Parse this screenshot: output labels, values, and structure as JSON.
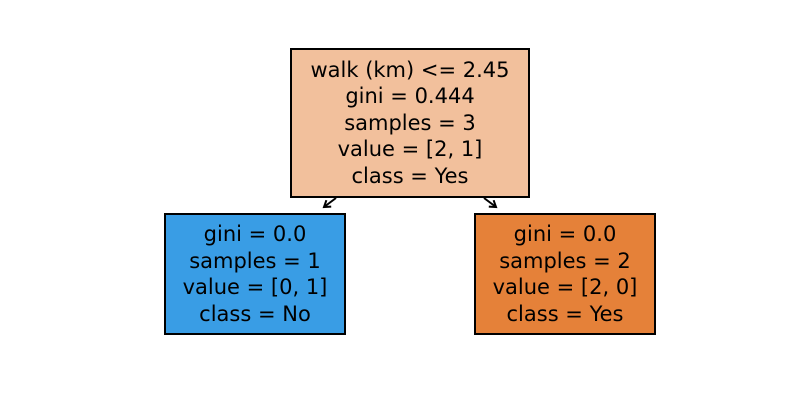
{
  "tree": {
    "root": {
      "lines": [
        "walk (km) <= 2.45",
        "gini = 0.444",
        "samples = 3",
        "value = [2, 1]",
        "class = Yes"
      ],
      "fill": "#f2c09c"
    },
    "left": {
      "lines": [
        "gini = 0.0",
        "samples = 1",
        "value = [0, 1]",
        "class = No"
      ],
      "fill": "#399de5"
    },
    "right": {
      "lines": [
        "gini = 0.0",
        "samples = 2",
        "value = [2, 0]",
        "class = Yes"
      ],
      "fill": "#e58139"
    }
  },
  "colors": {
    "border": "#000000",
    "edge": "#000000"
  }
}
